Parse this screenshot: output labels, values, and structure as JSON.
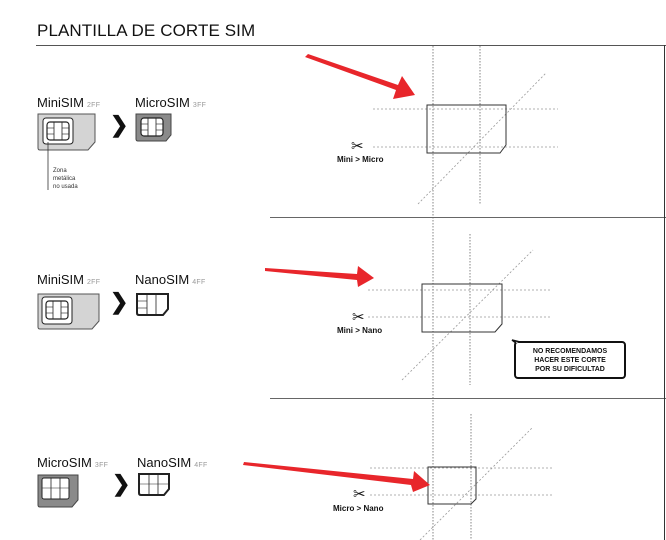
{
  "title": "PLANTILLA DE CORTE SIM",
  "sections": [
    {
      "from": {
        "name": "MiniSIM",
        "code": "2FF"
      },
      "to": {
        "name": "MicroSIM",
        "code": "3FF"
      },
      "note": [
        "Zona",
        "metálica",
        "no usada"
      ],
      "cut_label": "Mini > Micro"
    },
    {
      "from": {
        "name": "MiniSIM",
        "code": "2FF"
      },
      "to": {
        "name": "NanoSIM",
        "code": "4FF"
      },
      "cut_label": "Mini > Nano",
      "warning": [
        "NO RECOMENDAMOS",
        "HACER ESTE CORTE",
        "POR SU DIFICULTAD"
      ]
    },
    {
      "from": {
        "name": "MicroSIM",
        "code": "3FF"
      },
      "to": {
        "name": "NanoSIM",
        "code": "4FF"
      },
      "cut_label": "Micro > Nano"
    }
  ],
  "icons": {
    "arrow": "chevron-right-icon",
    "cut": "scissors-icon",
    "pointer": "red-arrow-icon"
  },
  "colors": {
    "arrow": "#e8262b",
    "card_fill": "#d4d4d4",
    "micro_fill": "#8a8a8a",
    "guide": "#999999"
  }
}
